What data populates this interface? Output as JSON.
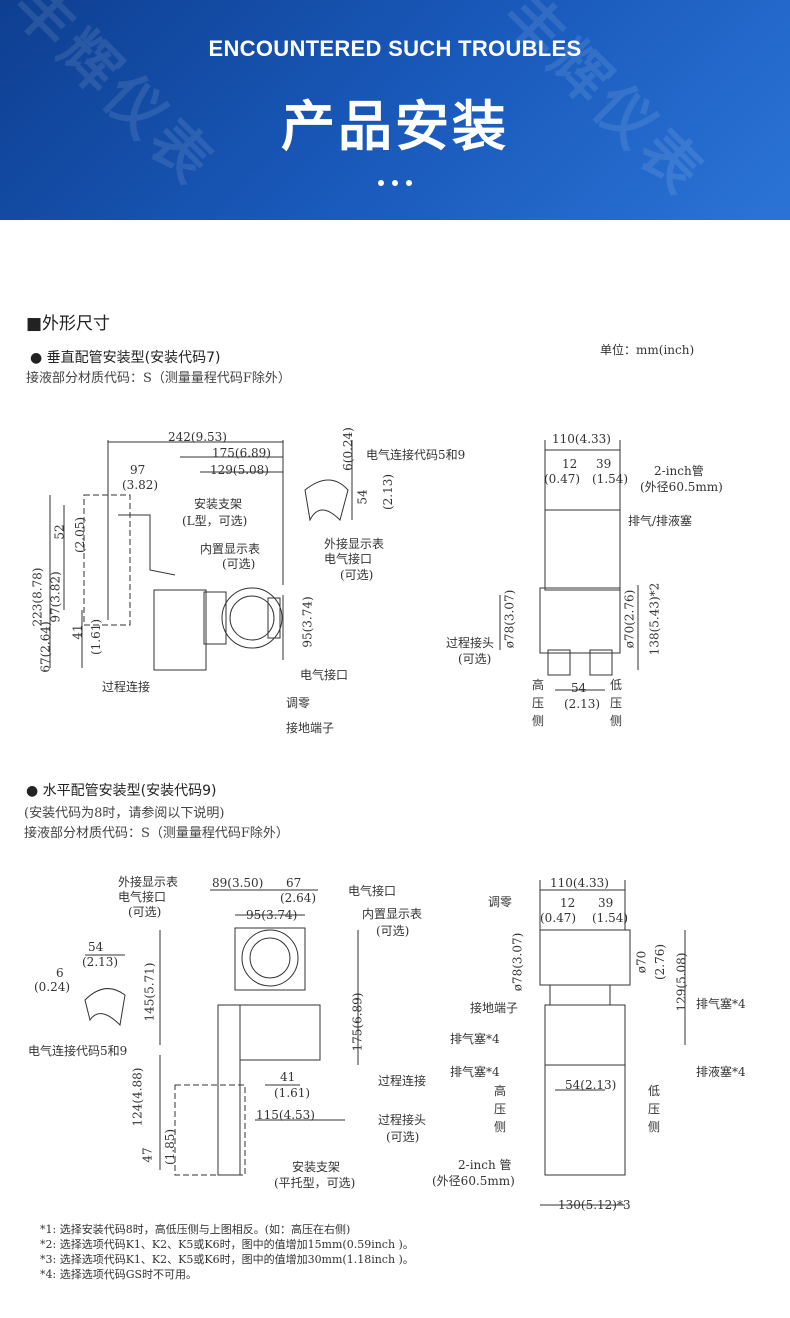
{
  "header": {
    "en_title": "ENCOUNTERED SUCH TROUBLES",
    "cn_title": "产品安装",
    "watermark": "丰辉仪表"
  },
  "section": {
    "title": "■外形尺寸",
    "unit": "单位：mm(inch)"
  },
  "vertical": {
    "title": "● 垂直配管安装型(安装代码7)",
    "material": "接液部分材质代码：S（测量量程代码F除外）",
    "dims": {
      "d242": "242(9.53)",
      "d175": "175(6.89)",
      "d129": "129(5.08)",
      "d97": "97",
      "d97b": "(3.82)",
      "d52": "52",
      "d52b": "(2.05)",
      "d223": "223(8.78)",
      "d97v": "97(3.82)",
      "d41": "41",
      "d41b": "(1.61)",
      "d67": "67(2.64)",
      "d95": "95(3.74)",
      "d6": "6(0.24)",
      "d54": "54",
      "d54b": "(2.13)",
      "d110": "110(4.33)",
      "d12": "12",
      "d12b": "(0.47)",
      "d39": "39",
      "d39b": "(1.54)",
      "d78": "ø78(3.07)",
      "d70": "ø70(2.76)",
      "d138": "138(5.43)*2",
      "d54c": "54",
      "d54cb": "(2.13)"
    },
    "labels": {
      "elec_code": "电气连接代码5和9",
      "bracket": "安装支架",
      "bracket_type": "(L型，可选)",
      "display": "内置显示表",
      "display_opt": "(可选)",
      "ext_display": "外接显示表",
      "ext_elec": "电气接口",
      "ext_opt": "(可选)",
      "elec_port": "电气接口",
      "zero": "调零",
      "ground": "接地端子",
      "process_conn": "过程连接",
      "pipe": "2-inch管",
      "pipe_od": "(外径60.5mm)",
      "vent": "排气/排液塞",
      "process_joint": "过程接头",
      "process_joint_opt": "(可选)",
      "high": [
        "高",
        "压",
        "侧"
      ],
      "low": [
        "低",
        "压",
        "侧"
      ]
    }
  },
  "horizontal": {
    "title": "● 水平配管安装型(安装代码9)",
    "note": "(安装代码为8时，请参阅以下说明)",
    "material": "接液部分材质代码：S（测量量程代码F除外）",
    "dims": {
      "d89": "89(3.50)",
      "d67": "67",
      "d67b": "(2.64)",
      "d95": "95(3.74)",
      "d145": "145(5.71)",
      "d175": "175(6.89)",
      "d54": "54",
      "d54b": "(2.13)",
      "d6": "6",
      "d6b": "(0.24)",
      "d41": "41",
      "d41b": "(1.61)",
      "d115": "115(4.53)",
      "d124": "124(4.88)",
      "d47": "47",
      "d47b": "(1.85)",
      "d110": "110(4.33)",
      "d12": "12",
      "d12b": "(0.47)",
      "d39": "39",
      "d39b": "(1.54)",
      "d78": "ø78(3.07)",
      "d70": "ø70",
      "d70b": "(2.76)",
      "d129": "129(5.08)",
      "d54c": "54(2.13)",
      "d130": "130(5.12)*3"
    },
    "labels": {
      "ext_display": "外接显示表",
      "ext_elec": "电气接口",
      "ext_opt": "(可选)",
      "elec_port": "电气接口",
      "display": "内置显示表",
      "display_opt": "(可选)",
      "elec_code": "电气连接代码5和9",
      "process_conn": "过程连接",
      "process_joint": "过程接头",
      "process_joint_opt": "(可选)",
      "bracket": "安装支架",
      "bracket_type": "(平托型，可选)",
      "zero": "调零",
      "ground": "接地端子",
      "vent4a": "排气塞*4",
      "vent4b": "排气塞*4",
      "vent4c": "排气塞*4",
      "drain4": "排液塞*4",
      "pipe": "2-inch 管",
      "pipe_od": "(外径60.5mm)",
      "high": [
        "高",
        "压",
        "侧"
      ],
      "low": [
        "低",
        "压",
        "侧"
      ]
    }
  },
  "footnotes": [
    "*1: 选择安装代码8时，高低压侧与上图相反。(如：高压在右侧)",
    "*2: 选择选项代码K1、K2、K5或K6时，图中的值增加15mm(0.59inch )。",
    "*3: 选择选项代码K1、K2、K5或K6时，图中的值增加30mm(1.18inch )。",
    "*4: 选择选项代码GS时不可用。"
  ],
  "colors": {
    "banner_dark": "#0e3f91",
    "banner_light": "#2b74d6"
  }
}
